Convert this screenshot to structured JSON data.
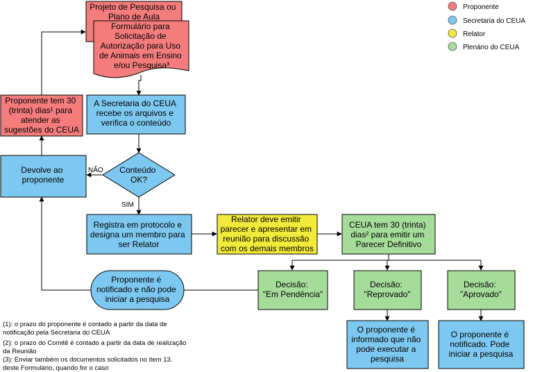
{
  "colors": {
    "proponente": "#F47C7C",
    "secretaria": "#7DC8F0",
    "relator": "#F2EA3A",
    "plenario": "#A6DC9A"
  },
  "legend": {
    "items": [
      {
        "label": "Proponente",
        "color": "#F47C7C"
      },
      {
        "label": "Secretaria do CEUA",
        "color": "#7DC8F0"
      },
      {
        "label": "Relator",
        "color": "#F2EA3A"
      },
      {
        "label": "Plenário do CEUA",
        "color": "#A6DC9A"
      }
    ]
  },
  "nodes": {
    "projeto": [
      "Projeto de Pesquisa ou",
      "Plano de Aula"
    ],
    "formulario": [
      "Formulário para",
      "Solicitação de",
      "Autorização para Uso",
      "de Animais em Ensino",
      "e/ou Pesquisa³"
    ],
    "secretaria_recebe": [
      "A Secretaria do CEUA",
      "recebe os arquivos e",
      "verifica o conteúdo"
    ],
    "prazo_proponente": [
      "Proponente tem 30",
      "(trinta) dias¹ para",
      "atender as",
      "sugestões do CEUA"
    ],
    "conteudo_ok": [
      "Conteúdo",
      "OK?"
    ],
    "devolve": [
      "Devolve ao",
      "proponente"
    ],
    "registra": [
      "Registra em protocolo e",
      "designa um membro para",
      "ser Relator"
    ],
    "relator": [
      "Relator deve emitir",
      "parecer e apresentar em",
      "reunião para discussão",
      "com os demais membros"
    ],
    "ceua_prazo": [
      "CEUA tem 30 (trinta)",
      "dias² para emitir um",
      "Parecer Definitivo"
    ],
    "notificado_nao": [
      "Proponente é",
      "notificado e não pode",
      "iniciar a pesquisa"
    ],
    "pendencia": [
      "Decisão:",
      "\"Em Pendência\""
    ],
    "reprovado": [
      "Decisão:",
      "\"Reprovado\""
    ],
    "aprovado": [
      "Decisão:",
      "\"Aprovado\""
    ],
    "informado": [
      "O proponente é",
      "informado que não",
      "pode executar a",
      "pesquisa"
    ],
    "notificado_pode": [
      "O proponente é",
      "notificado. Pode",
      "iniciar a pesquisa"
    ]
  },
  "edge_labels": {
    "nao": "NÃO",
    "sim": "SIM"
  },
  "footnotes": [
    [
      "(1): o prazo do proponente é contado a partir  da data de",
      "notificação pela Secretaria do CEUA"
    ],
    [
      "(2): o prazo do Comitê é contado a partir da data de realização",
      "da Reunião"
    ],
    [
      "(3): Enviar também os documentos solicitados no item 13.",
      "deste Formulário, quando for o caso"
    ]
  ]
}
